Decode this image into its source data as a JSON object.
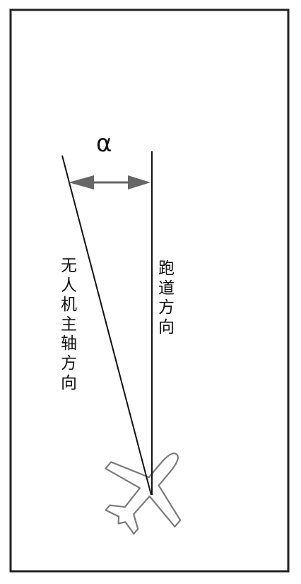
{
  "diagram": {
    "angle_symbol": "α",
    "drone_axis_label": "无人机主轴方向",
    "runway_label": "跑道方向",
    "colors": {
      "line": "#111111",
      "arrow": "#666666",
      "aircraft_outline": "#7a7a7a",
      "frame": "#222222",
      "background": "#ffffff"
    },
    "icons": [
      "aircraft-icon",
      "double-arrow-icon"
    ]
  }
}
